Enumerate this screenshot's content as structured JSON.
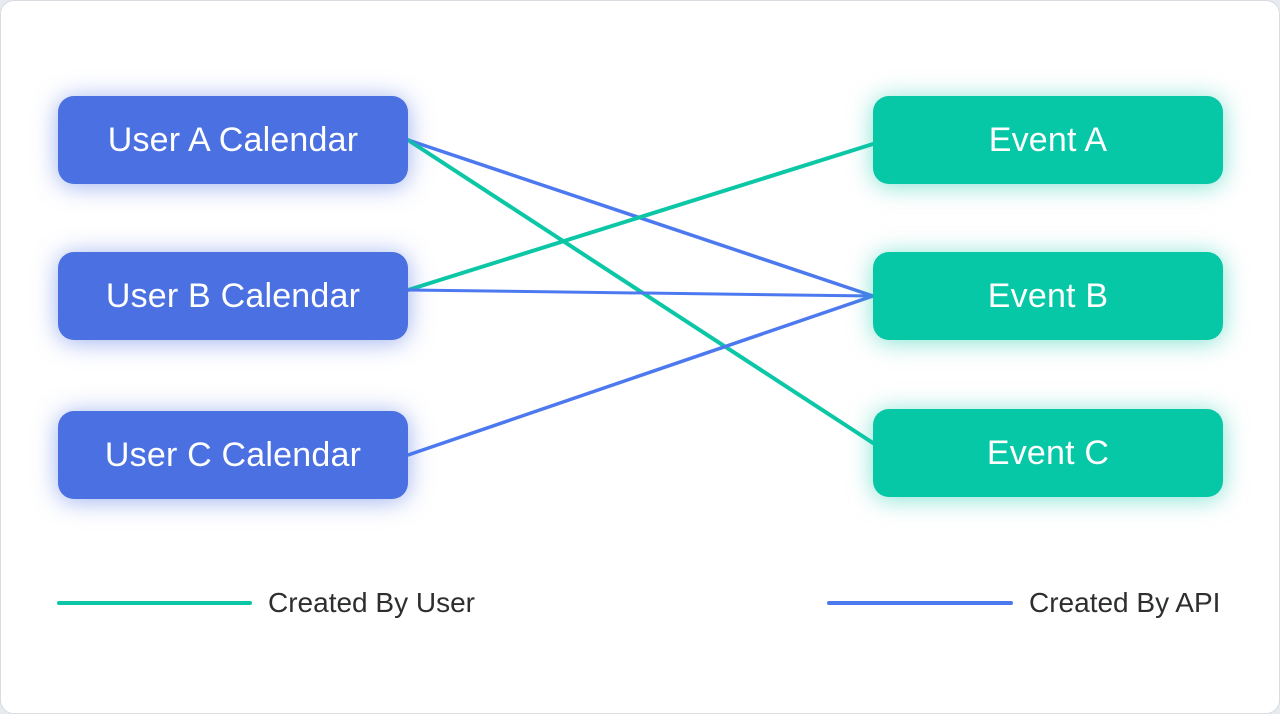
{
  "diagram": {
    "calendars": [
      {
        "id": "userA",
        "label": "User A Calendar"
      },
      {
        "id": "userB",
        "label": "User B Calendar"
      },
      {
        "id": "userC",
        "label": "User C Calendar"
      }
    ],
    "events": [
      {
        "id": "eventA",
        "label": "Event A"
      },
      {
        "id": "eventB",
        "label": "Event B"
      },
      {
        "id": "eventC",
        "label": "Event C"
      }
    ],
    "edges": [
      {
        "from": "userA",
        "to": "eventB",
        "type": "api"
      },
      {
        "from": "userA",
        "to": "eventC",
        "type": "user"
      },
      {
        "from": "userB",
        "to": "eventA",
        "type": "user"
      },
      {
        "from": "userB",
        "to": "eventB",
        "type": "api"
      },
      {
        "from": "userC",
        "to": "eventB",
        "type": "api"
      }
    ],
    "legend": [
      {
        "type": "user",
        "label": "Created By User"
      },
      {
        "type": "api",
        "label": "Created By API"
      }
    ],
    "colors": {
      "calendar_box": "#4a70e2",
      "event_box": "#06c7a6",
      "created_by_user_line": "#0cc7a6",
      "created_by_api_line": "#4d79f0",
      "box_text": "#ffffff",
      "legend_text": "#2c2e30",
      "page_background": "#e7eaee",
      "card_background": "#ffffff"
    }
  }
}
